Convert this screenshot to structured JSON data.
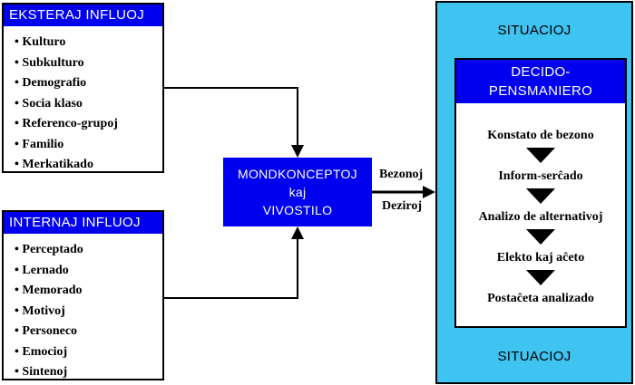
{
  "external": {
    "title": "EKSTERAJ INFLUOJ",
    "items": [
      "Kulturo",
      "Subkulturo",
      "Demografio",
      "Socia klaso",
      "Referenco-grupoj",
      "Familio",
      "Merkatikado"
    ]
  },
  "internal": {
    "title": "INTERNAJ INFLUOJ",
    "items": [
      "Perceptado",
      "Lernado",
      "Memorado",
      "Motivoj",
      "Personeco",
      "Emocioj",
      "Sintenoj"
    ]
  },
  "center": {
    "line1": "MONDKONCEPTOJ",
    "line2": "kaj",
    "line3": "VIVOSTILO"
  },
  "flow": {
    "needs": "Bezonoj",
    "desires": "Deziroj"
  },
  "situation": {
    "top": "SITUACIOJ",
    "bottom": "SITUACIOJ"
  },
  "decision": {
    "title_line1": "DECIDO-",
    "title_line2": "PENSMANIERO",
    "steps": [
      "Konstato de bezono",
      "Inform-serĉado",
      "Analizo de alternativoj",
      "Elekto kaj aĉeto",
      "Postaĉeta analizado"
    ]
  },
  "colors": {
    "header_blue": "#0000ee",
    "situation_cyan": "#3fc3f0"
  }
}
